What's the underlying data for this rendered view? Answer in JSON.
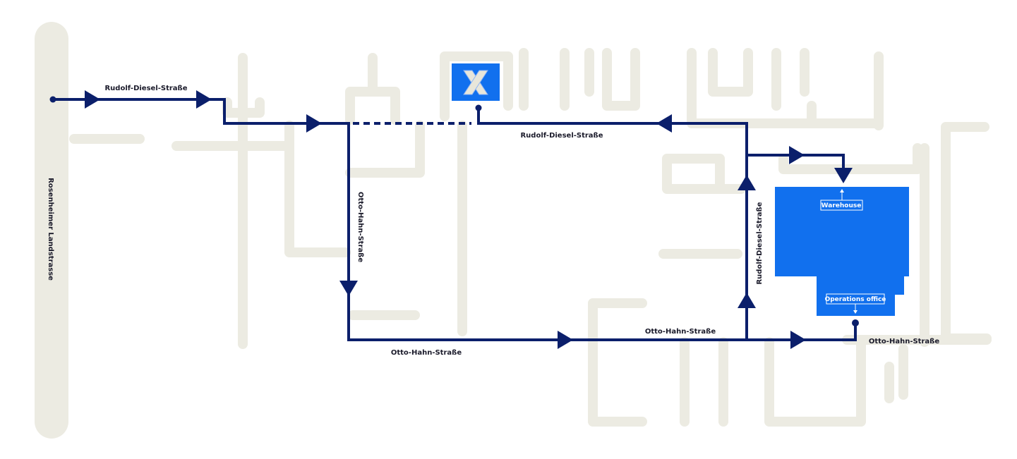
{
  "streets": {
    "rosenheimer": "Rosenheimer Landstrasse",
    "rudolf_diesel_west": "Rudolf-Diesel-Straße",
    "rudolf_diesel_north": "Rudolf-Diesel-Straße",
    "rudolf_diesel_east": "Rudolf-Diesel-Straße",
    "otto_hahn_vertical": "Otto-Hahn-Straße",
    "otto_hahn_south_west": "Otto-Hahn-Straße",
    "otto_hahn_south_mid": "Otto-Hahn-Straße",
    "otto_hahn_south_east": "Otto-Hahn-Straße"
  },
  "buildings": {
    "warehouse": "Warehouse",
    "operations_office": "Operations office"
  },
  "colors": {
    "route": "#0B1F6B",
    "building": "#1170EE",
    "road": "#ECEBE2"
  }
}
